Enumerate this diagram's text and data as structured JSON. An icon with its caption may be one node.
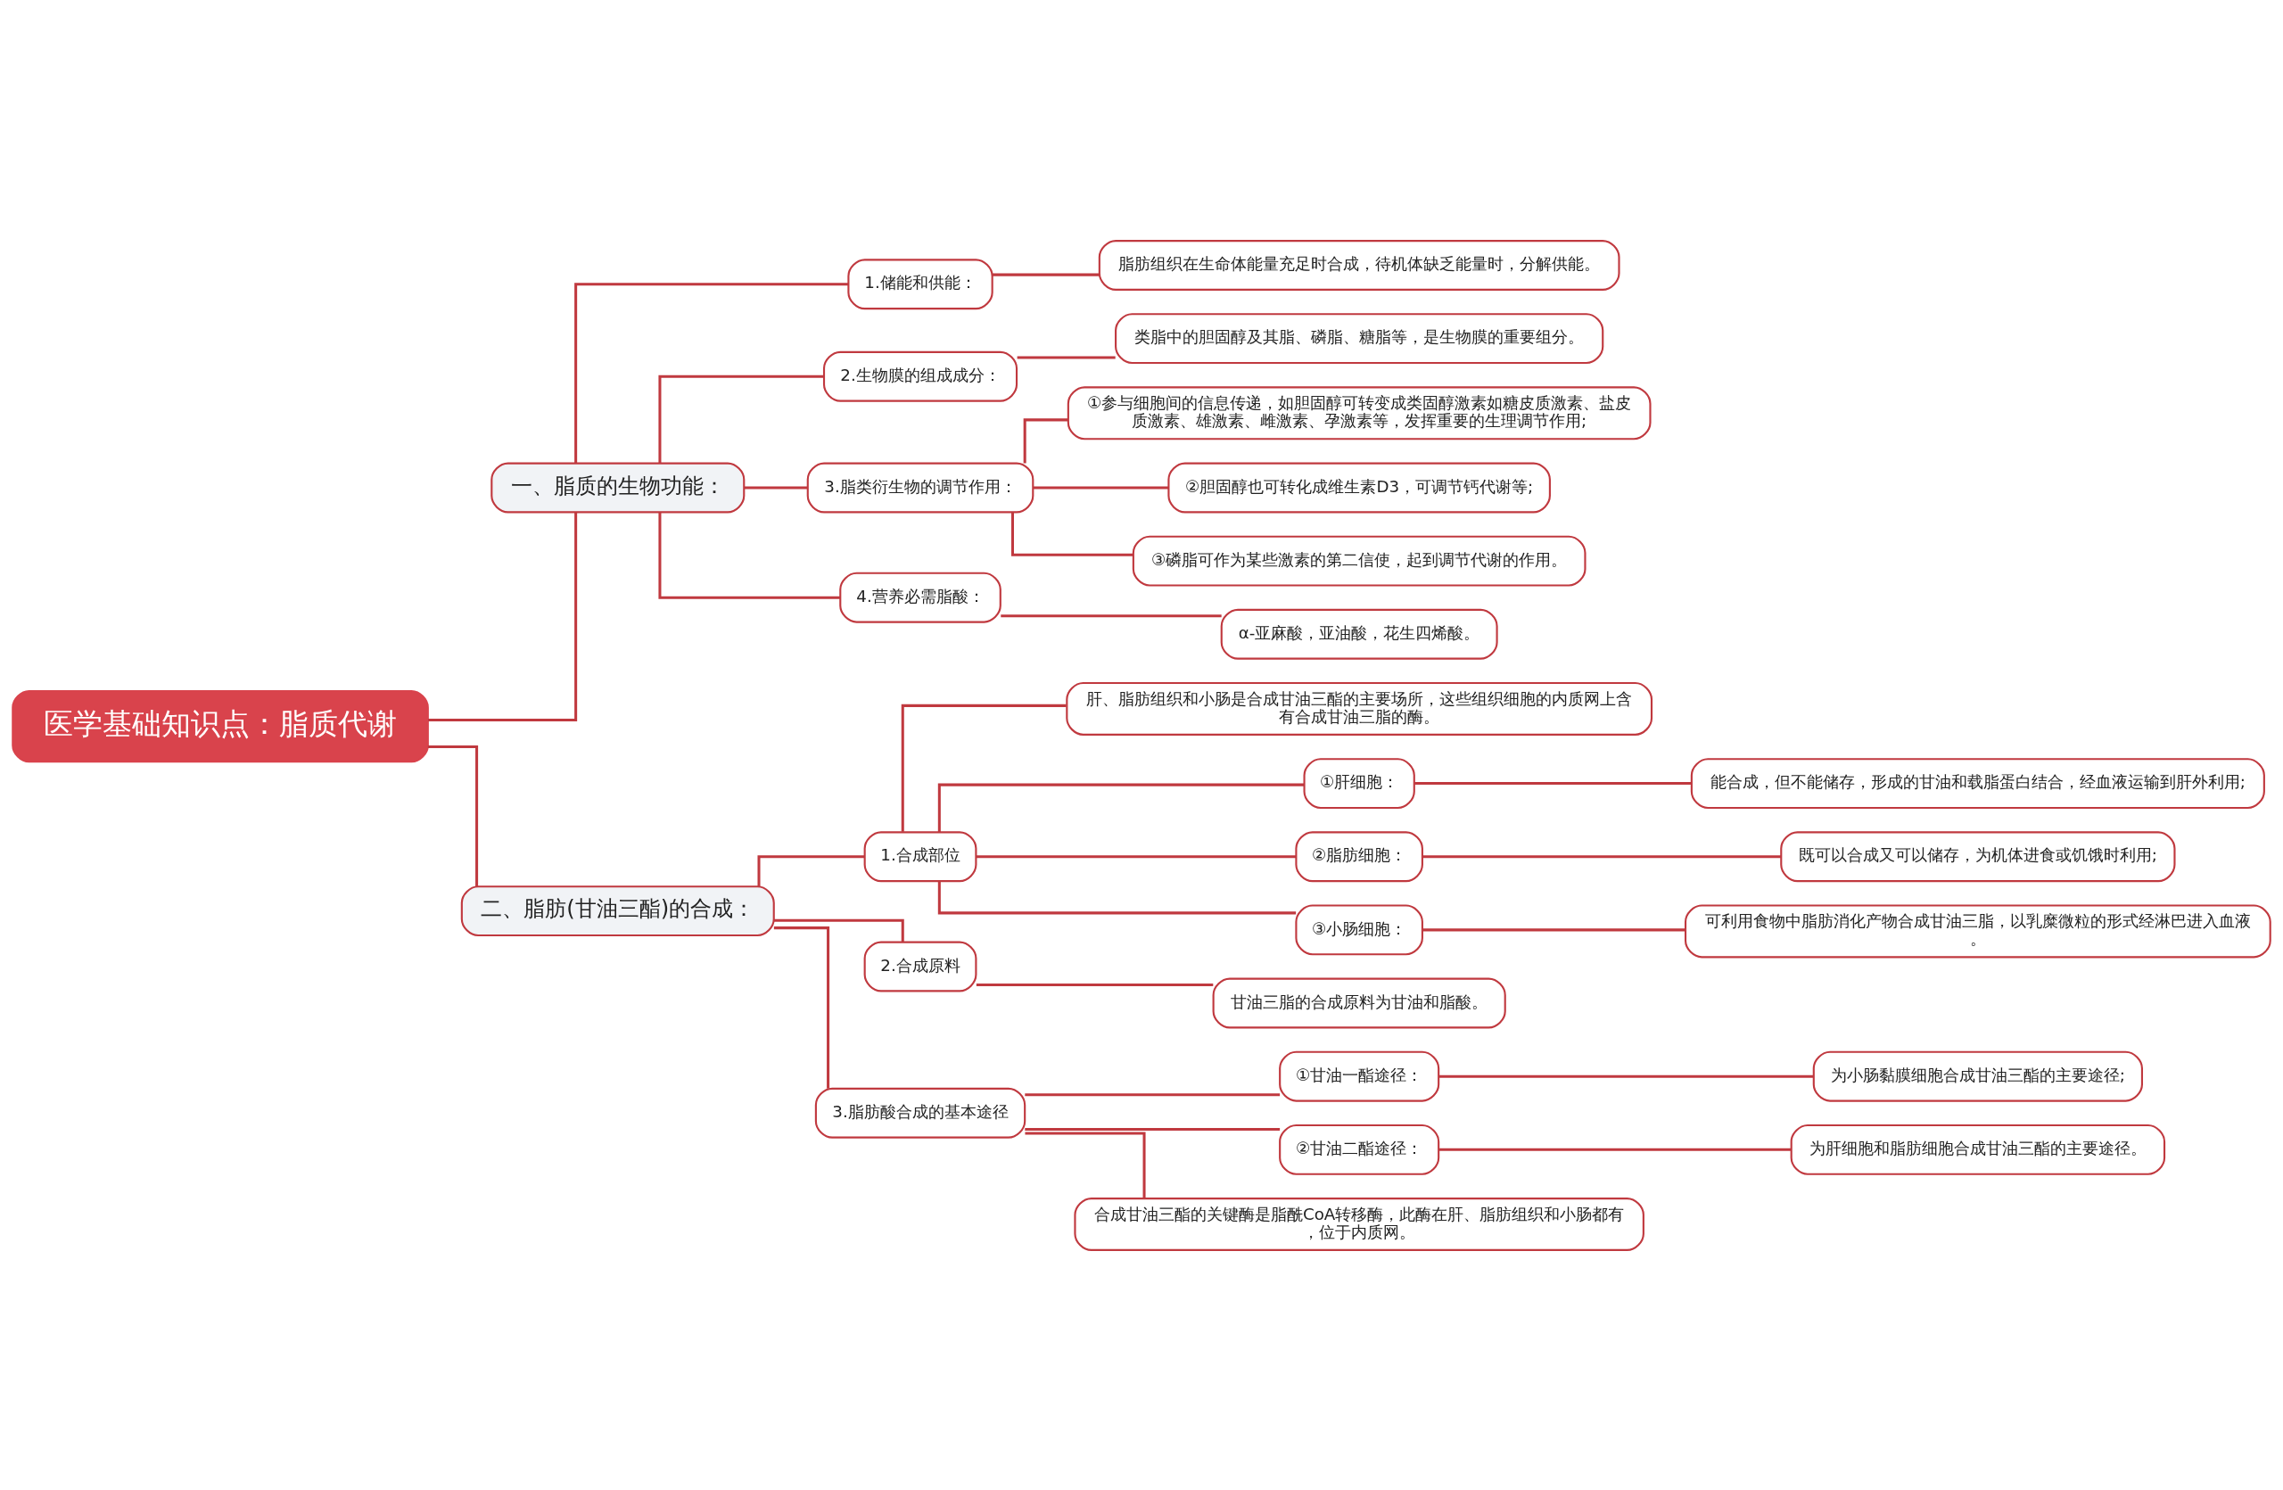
{
  "diagram": {
    "nodes": [
      {
        "text": [
          "医学基础知识点：脂质代谢"
        ]
      },
      {
        "text": [
          "一、脂质的生物功能："
        ]
      },
      {
        "text": [
          "1.储能和供能："
        ]
      },
      {
        "text": [
          "脂肪组织在生命体能量充足时合成，待机体缺乏能量时，分解供能。"
        ]
      },
      {
        "text": [
          "2.生物膜的组成成分："
        ]
      },
      {
        "text": [
          "类脂中的胆固醇及其脂、磷脂、糖脂等，是生物膜的重要组分。"
        ]
      },
      {
        "text": [
          "3.脂类衍生物的调节作用："
        ]
      },
      {
        "text": [
          "①参与细胞间的信息传递，如胆固醇可转变成类固醇激素如糖皮质激素、盐皮质激素、雄激素、雌激素、孕激素等，发挥重要的生理调节作用;"
        ]
      },
      {
        "text": [
          "②胆固醇也可转化成维生素D3，可调节钙代谢等;"
        ]
      },
      {
        "text": [
          "③磷脂可作为某些激素的第二信使，起到调节代谢的作用。"
        ]
      },
      {
        "text": [
          "4.营养必需脂酸："
        ]
      },
      {
        "text": [
          "α-亚麻酸，亚油酸，花生四烯酸。"
        ]
      },
      {
        "text": [
          "二、脂肪(甘油三酯)的合成："
        ]
      },
      {
        "text": [
          "1.合成部位"
        ]
      },
      {
        "text": [
          "肝、脂肪组织和小肠是合成甘油三酯的主要场所，这些组织细胞的内质网上含有合成甘油三脂的酶。"
        ]
      },
      {
        "text": [
          "①肝细胞："
        ]
      },
      {
        "text": [
          "能合成，但不能储存，形成的甘油和载脂蛋白结合，经血液运输到肝外利用;"
        ]
      },
      {
        "text": [
          "②脂肪细胞："
        ]
      },
      {
        "text": [
          "既可以合成又可以储存，为机体进食或饥饿时利用;"
        ]
      },
      {
        "text": [
          "③小肠细胞："
        ]
      },
      {
        "text": [
          "可利用食物中脂肪消化产物合成甘油三脂，以乳糜微粒的形式经淋巴进入血液。"
        ]
      },
      {
        "text": [
          "2.合成原料"
        ]
      },
      {
        "text": [
          "甘油三脂的合成原料为甘油和脂酸。"
        ]
      },
      {
        "text": [
          "3.脂肪酸合成的基本途径"
        ]
      },
      {
        "text": [
          "①甘油一酯途径："
        ]
      },
      {
        "text": [
          "为小肠黏膜细胞合成甘油三酯的主要途径;"
        ]
      },
      {
        "text": [
          "②甘油二酯途径："
        ]
      },
      {
        "text": [
          "为肝细胞和脂肪细胞合成甘油三酯的主要途径。"
        ]
      },
      {
        "text": [
          "合成甘油三酯的关键酶是脂酰CoA转移酶，此酶在肝、脂肪组织和小肠都有，位于内质网。"
        ]
      }
    ],
    "edges": [
      {
        "from": 0,
        "to": 1,
        "arrow": "none"
      },
      {
        "from": 1,
        "to": 2,
        "arrow": "none"
      },
      {
        "from": 2,
        "to": 3,
        "arrow": "none"
      },
      {
        "from": 1,
        "to": 4,
        "arrow": "none"
      },
      {
        "from": 4,
        "to": 5,
        "arrow": "none"
      },
      {
        "from": 1,
        "to": 6,
        "arrow": "none"
      },
      {
        "from": 6,
        "to": 7,
        "arrow": "none"
      },
      {
        "from": 6,
        "to": 8,
        "arrow": "none"
      },
      {
        "from": 6,
        "to": 9,
        "arrow": "none"
      },
      {
        "from": 1,
        "to": 10,
        "arrow": "none"
      },
      {
        "from": 10,
        "to": 11,
        "arrow": "none"
      },
      {
        "from": 0,
        "to": 12,
        "arrow": "none"
      },
      {
        "from": 12,
        "to": 13,
        "arrow": "none"
      },
      {
        "from": 13,
        "to": 14,
        "arrow": "none"
      },
      {
        "from": 13,
        "to": 15,
        "arrow": "none"
      },
      {
        "from": 15,
        "to": 16,
        "arrow": "none"
      },
      {
        "from": 13,
        "to": 17,
        "arrow": "none"
      },
      {
        "from": 17,
        "to": 18,
        "arrow": "none"
      },
      {
        "from": 13,
        "to": 19,
        "arrow": "none"
      },
      {
        "from": 19,
        "to": 20,
        "arrow": "none"
      },
      {
        "from": 12,
        "to": 21,
        "arrow": "none"
      },
      {
        "from": 21,
        "to": 22,
        "arrow": "none"
      },
      {
        "from": 12,
        "to": 23,
        "arrow": "none"
      },
      {
        "from": 23,
        "to": 24,
        "arrow": "none"
      },
      {
        "from": 24,
        "to": 25,
        "arrow": "none"
      },
      {
        "from": 23,
        "to": 26,
        "arrow": "none"
      },
      {
        "from": 26,
        "to": 27,
        "arrow": "none"
      },
      {
        "from": 23,
        "to": 28,
        "arrow": "none"
      }
    ]
  }
}
